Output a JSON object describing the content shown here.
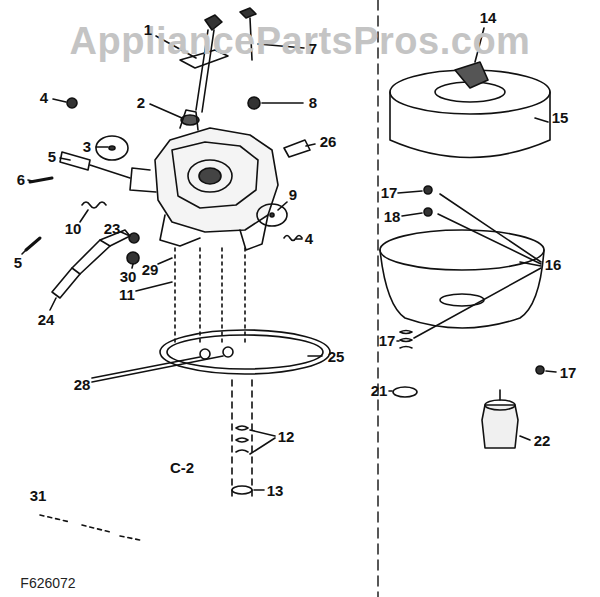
{
  "diagram": {
    "labels": [
      "AppliancePartsPros.com",
      "1",
      "7",
      "2",
      "8",
      "4",
      "3",
      "26",
      "5",
      "6",
      "9",
      "4",
      "10",
      "23",
      "30",
      "5",
      "24",
      "29",
      "11",
      "25",
      "28",
      "12",
      "13",
      "31",
      "C-2",
      "14",
      "15",
      "17",
      "18",
      "16",
      "17",
      "21",
      "17",
      "22",
      "F626072"
    ]
  }
}
